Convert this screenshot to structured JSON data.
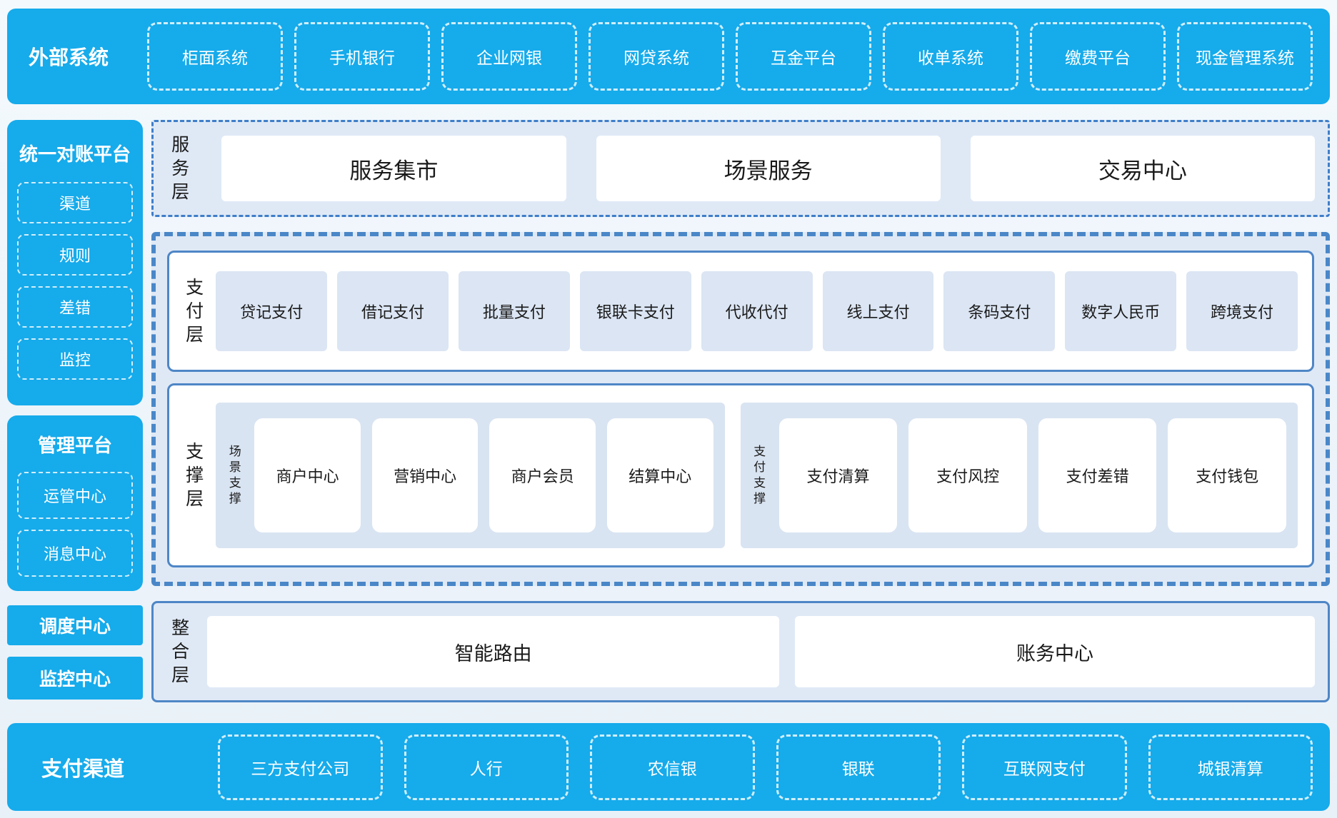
{
  "palette": {
    "bright_blue": "#16abeb",
    "container_bg": "#dfe9f6",
    "item_bg": "#dbe5f3",
    "solid_border": "#4e86c6",
    "dashed_border": "#4a87c8",
    "text_dark": "#1a1a1a",
    "text_white": "#ffffff"
  },
  "external_systems": {
    "label": "外部系统",
    "items": [
      "柜面系统",
      "手机银行",
      "企业网银",
      "网贷系统",
      "互金平台",
      "收单系统",
      "缴费平台",
      "现金管理系统"
    ]
  },
  "reconcile_platform": {
    "title": "统一对账平台",
    "items": [
      "渠道",
      "规则",
      "差错",
      "监控"
    ]
  },
  "management_platform": {
    "title": "管理平台",
    "items": [
      "运管中心",
      "消息中心"
    ]
  },
  "side_blocks": [
    "调度中心",
    "监控中心"
  ],
  "service_layer": {
    "label": "服务层",
    "items": [
      "服务集市",
      "场景服务",
      "交易中心"
    ]
  },
  "payment_layer": {
    "label": "支付层",
    "items": [
      "贷记支付",
      "借记支付",
      "批量支付",
      "银联卡支付",
      "代收代付",
      "线上支付",
      "条码支付",
      "数字人民币",
      "跨境支付"
    ]
  },
  "support_layer": {
    "label": "支撑层",
    "groups": [
      {
        "label": "场景支撑",
        "items": [
          "商户中心",
          "营销中心",
          "商户会员",
          "结算中心"
        ]
      },
      {
        "label": "支付支撑",
        "items": [
          "支付清算",
          "支付风控",
          "支付差错",
          "支付钱包"
        ]
      }
    ]
  },
  "integration_layer": {
    "label": "整合层",
    "items": [
      "智能路由",
      "账务中心"
    ]
  },
  "payment_channels": {
    "label": "支付渠道",
    "items": [
      "三方支付公司",
      "人行",
      "农信银",
      "银联",
      "互联网支付",
      "城银清算"
    ]
  }
}
